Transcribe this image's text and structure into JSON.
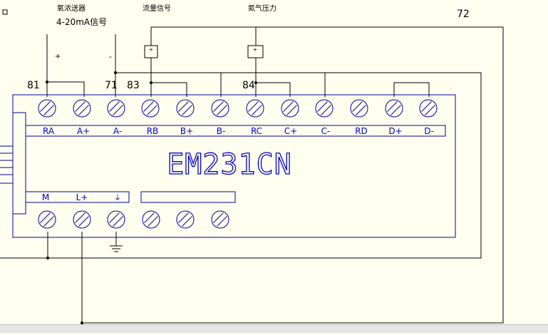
{
  "module": {
    "model": "EM231CN",
    "top_terminals": [
      "RA",
      "A+",
      "A-",
      "RB",
      "B+",
      "B-",
      "RC",
      "C+",
      "C-",
      "RD",
      "D+",
      "D-"
    ],
    "bottom_terminals": [
      "M",
      "L+",
      "⏚"
    ]
  },
  "labels": {
    "sensor1_name": "氧浓送器",
    "sensor1_signal": "4-20mA信号",
    "sensor2_name": "流量信号",
    "sensor3_name": "氮气压力",
    "plus_sign": "+",
    "minus_sign": "-",
    "box_plus": "+",
    "wire_72": "72",
    "wire_81": "81",
    "wire_71": "71",
    "wire_83": "83",
    "wire_84": "84"
  },
  "colors": {
    "background": "#fffff0",
    "module_outline": "#0000a0",
    "module_text": "#0000c8",
    "wire": "#000000"
  }
}
